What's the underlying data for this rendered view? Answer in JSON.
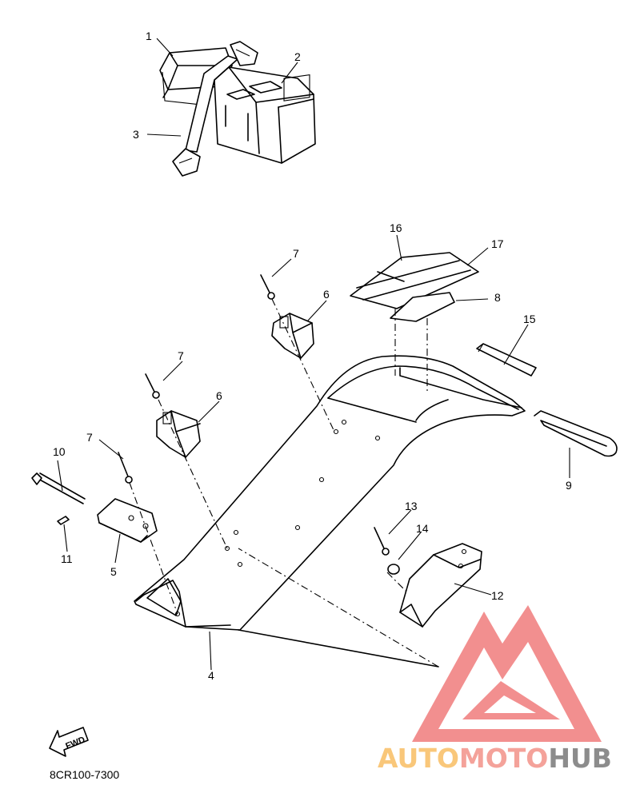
{
  "parts": [
    {
      "id": "1",
      "label": "1"
    },
    {
      "id": "2",
      "label": "2"
    },
    {
      "id": "3",
      "label": "3"
    },
    {
      "id": "4",
      "label": "4"
    },
    {
      "id": "5",
      "label": "5"
    },
    {
      "id": "6a",
      "label": "6"
    },
    {
      "id": "6b",
      "label": "6"
    },
    {
      "id": "7a",
      "label": "7"
    },
    {
      "id": "7b",
      "label": "7"
    },
    {
      "id": "7c",
      "label": "7"
    },
    {
      "id": "8",
      "label": "8"
    },
    {
      "id": "9",
      "label": "9"
    },
    {
      "id": "10",
      "label": "10"
    },
    {
      "id": "11",
      "label": "11"
    },
    {
      "id": "12",
      "label": "12"
    },
    {
      "id": "13",
      "label": "13"
    },
    {
      "id": "14",
      "label": "14"
    },
    {
      "id": "15",
      "label": "15"
    },
    {
      "id": "16",
      "label": "16"
    },
    {
      "id": "17",
      "label": "17"
    }
  ],
  "diagram_code": "8CR100-7300",
  "direction_label": "FWD",
  "watermark": {
    "text_parts": [
      "AUTO",
      "MOTO",
      "HUB"
    ],
    "colors": [
      "#f9c77a",
      "#f4a29a",
      "#8c8c8c"
    ],
    "logo_color": "#f07c7c"
  }
}
